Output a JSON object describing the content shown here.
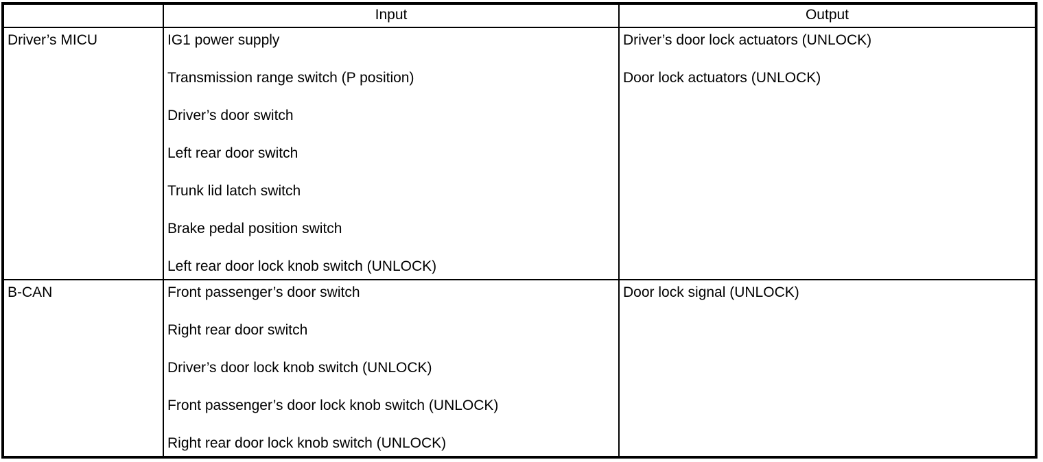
{
  "table": {
    "headers": {
      "source": "",
      "input": "Input",
      "output": "Output"
    },
    "rows": [
      {
        "source": "Driver’s MICU",
        "inputs": [
          "IG1 power supply",
          "Transmission range switch (P position)",
          "Driver’s door switch",
          "Left rear door switch",
          "Trunk lid latch switch",
          "Brake pedal position switch",
          "Left rear door lock knob switch (UNLOCK)"
        ],
        "outputs": [
          "Driver’s door lock actuators (UNLOCK)",
          "Door lock actuators (UNLOCK)"
        ]
      },
      {
        "source": "B-CAN",
        "inputs": [
          "Front passenger’s door switch",
          "Right rear door switch",
          "Driver’s door lock knob switch (UNLOCK)",
          "Front passenger’s door lock knob switch (UNLOCK)",
          "Right rear door lock knob switch (UNLOCK)"
        ],
        "outputs": [
          "Door lock signal (UNLOCK)"
        ]
      }
    ]
  }
}
